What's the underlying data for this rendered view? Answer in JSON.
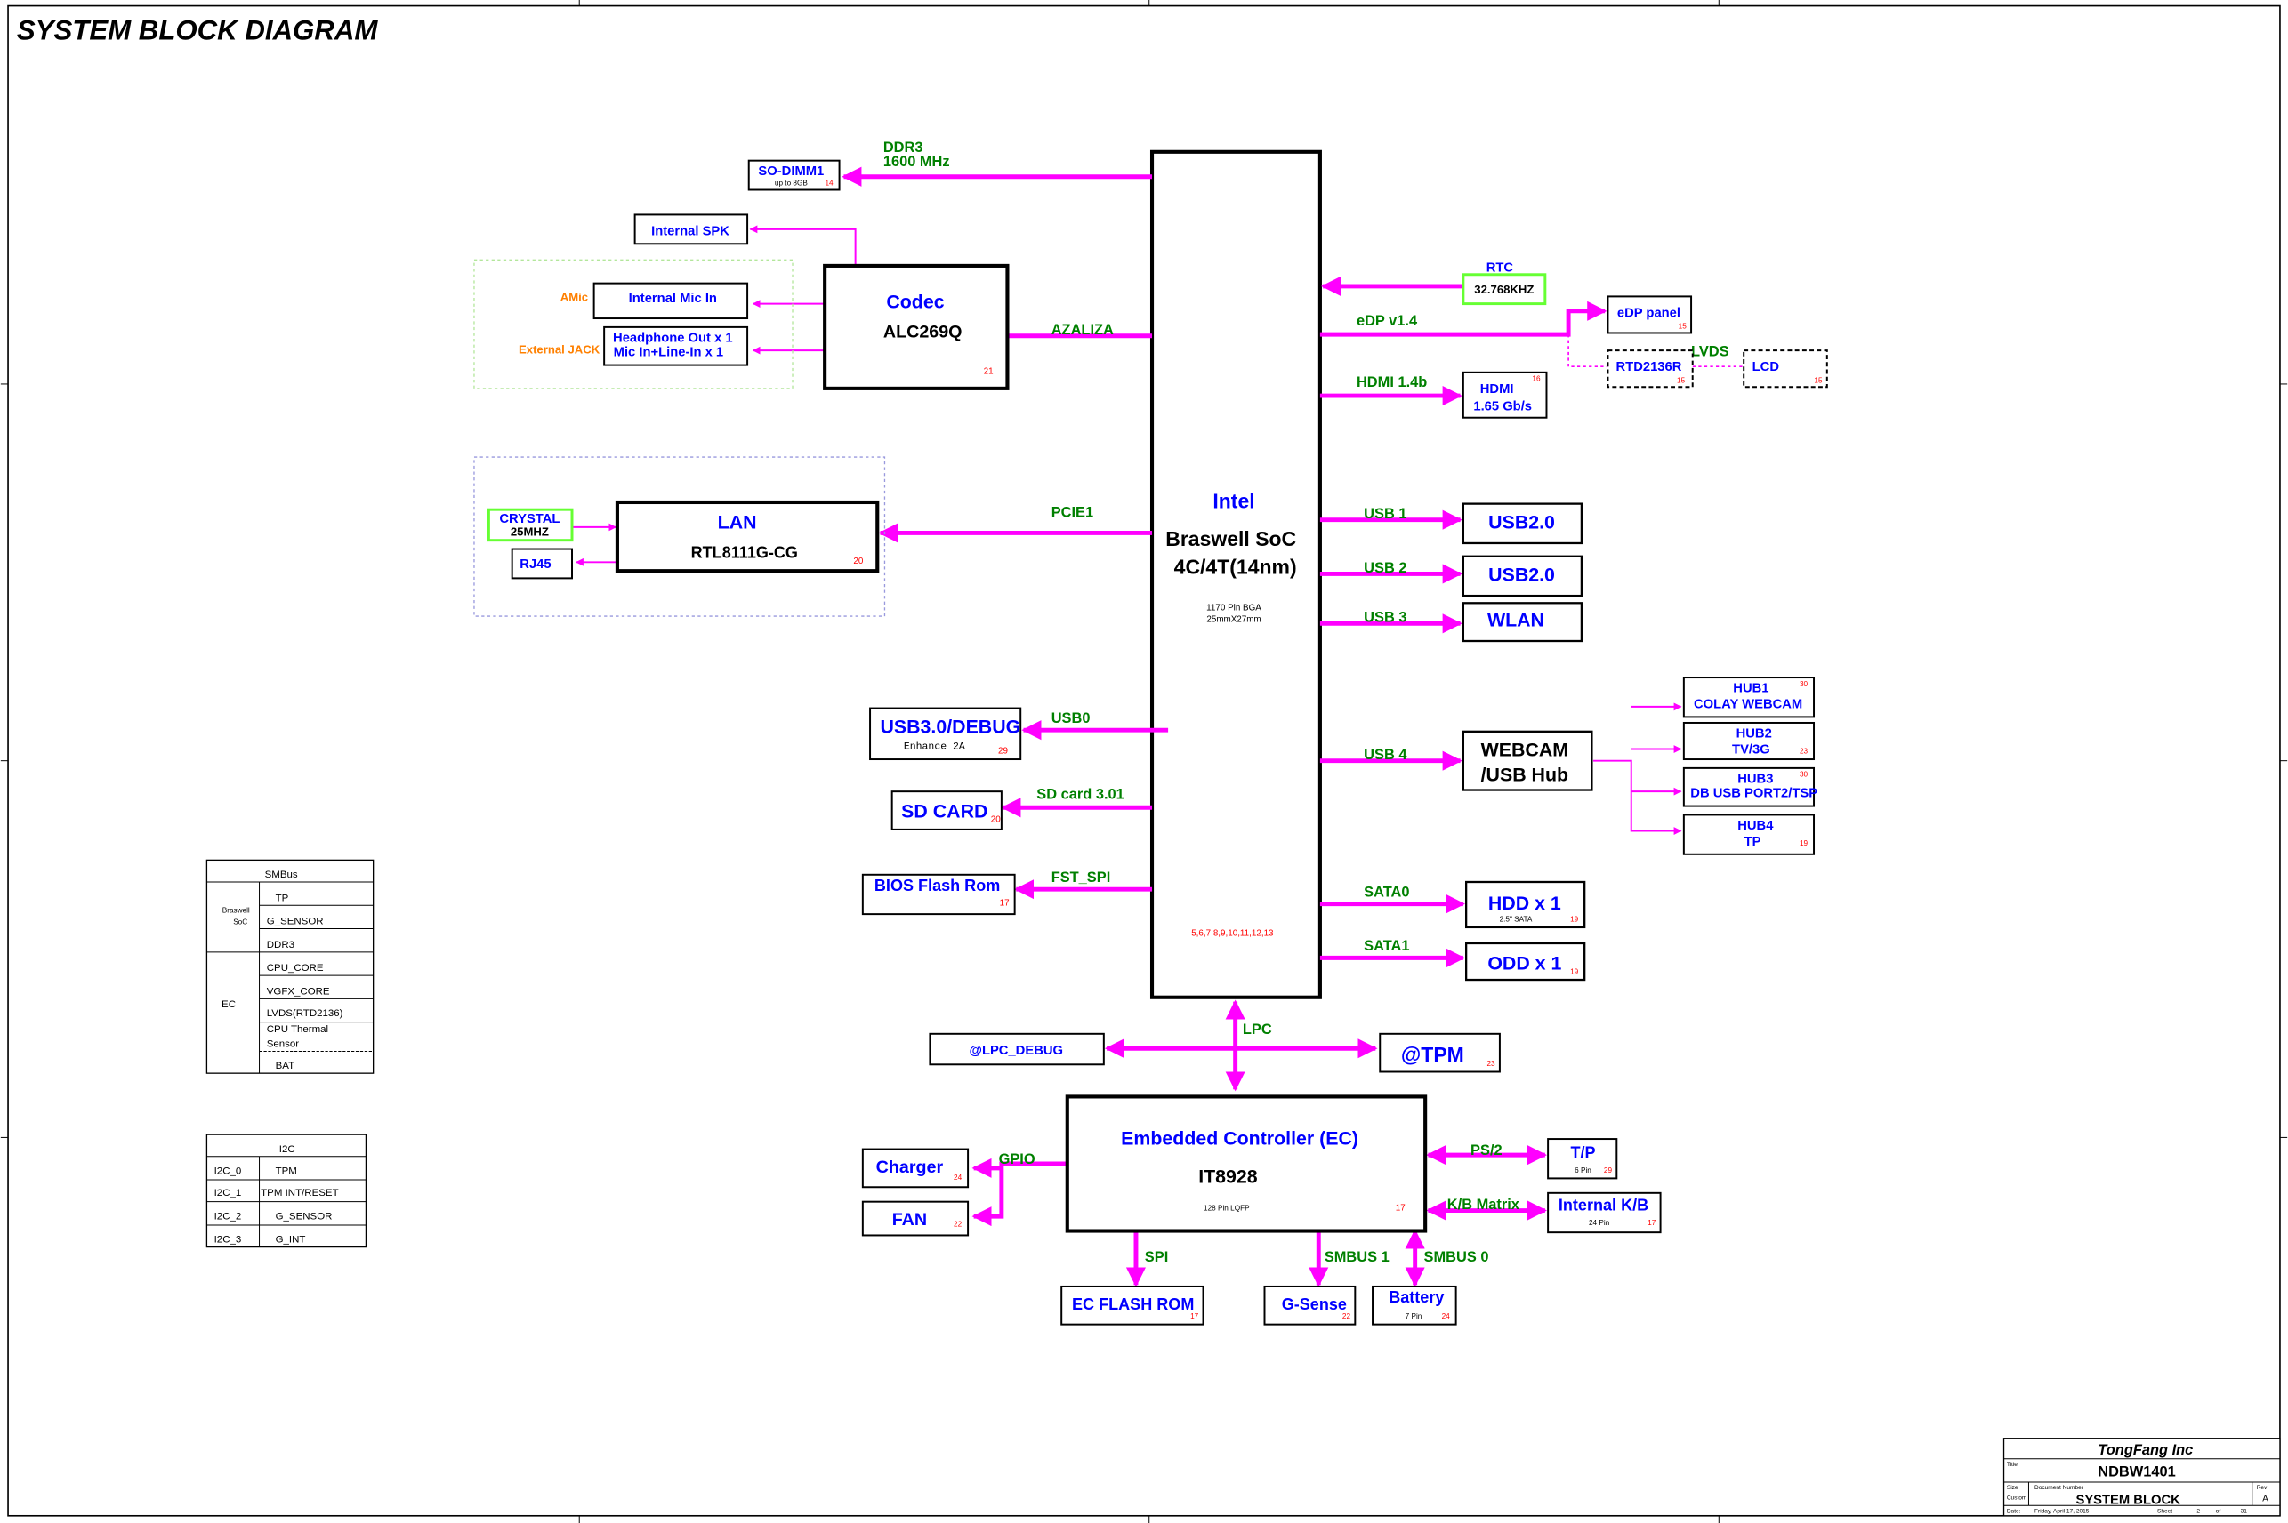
{
  "title": "SYSTEM BLOCK DIAGRAM",
  "colors": {
    "bus": "#ff00ff",
    "blue": "#0000ff",
    "green": "#008000",
    "red": "#ff0000",
    "orange": "#ff8000",
    "lime": "#66ff33",
    "black": "#000000"
  },
  "soc": {
    "vendor": "Intel",
    "name": "Braswell  SoC",
    "cores": "4C/4T(14nm)",
    "pkg1": "1170 Pin BGA",
    "pkg2": "25mmX27mm",
    "pages": "5,6,7,8,9,10,11,12,13"
  },
  "sodimm": {
    "label": "SO-DIMM1",
    "sub": "up to 8GB",
    "page": "14",
    "bus1": "DDR3",
    "bus2": "1600 MHz"
  },
  "spk": {
    "label": "Internal SPK"
  },
  "codec": {
    "title": "Codec",
    "part": "ALC269Q",
    "page": "21",
    "bus": "AZALIZA"
  },
  "mic": {
    "label": "Internal Mic In",
    "tag": "AMic"
  },
  "jack": {
    "line1": "Headphone Out x 1",
    "line2": "Mic In+Line-In x 1",
    "tag": "External JACK"
  },
  "lan": {
    "title": "LAN",
    "part": "RTL8111G-CG",
    "page": "20",
    "bus": "PCIE1"
  },
  "crystal": {
    "line1": "CRYSTAL",
    "line2": "25MHZ"
  },
  "rj45": {
    "label": "RJ45"
  },
  "usb30": {
    "label": "USB3.0/DEBUG",
    "sub": "Enhance 2A",
    "page": "29",
    "bus": "USB0"
  },
  "sdcard": {
    "label": "SD CARD",
    "page": "20",
    "bus": "SD card 3.01"
  },
  "bios": {
    "label": "BIOS Flash Rom",
    "page": "17",
    "bus": "FST_SPI"
  },
  "rtc": {
    "label": "RTC",
    "freq": "32.768KHZ"
  },
  "edp": {
    "label": "eDP panel",
    "page": "15",
    "bus": "eDP v1.4"
  },
  "rtd": {
    "label": "RTD2136R",
    "page": "15",
    "bus": "LVDS"
  },
  "lcd": {
    "label": "LCD",
    "page": "15"
  },
  "hdmi": {
    "label": "HDMI",
    "rate": "1.65 Gb/s",
    "page": "16",
    "bus": "HDMI 1.4b"
  },
  "usb1": {
    "label": "USB2.0",
    "bus": "USB 1"
  },
  "usb2": {
    "label": "USB2.0",
    "bus": "USB 2"
  },
  "wlan": {
    "label": "WLAN",
    "bus": "USB 3"
  },
  "webcam": {
    "line1": "WEBCAM",
    "line2": "/USB Hub",
    "bus": "USB 4"
  },
  "hubs": [
    {
      "t": "HUB1",
      "s": "COLAY WEBCAM",
      "p": "30"
    },
    {
      "t": "HUB2",
      "s": "TV/3G",
      "p": "23"
    },
    {
      "t": "HUB3",
      "s": "DB USB PORT2/TSP",
      "p": "30"
    },
    {
      "t": "HUB4",
      "s": "TP",
      "p": "19"
    }
  ],
  "hdd": {
    "label": "HDD x 1",
    "sub": "2.5\" SATA",
    "page": "19",
    "bus": "SATA0"
  },
  "odd": {
    "label": "ODD x 1",
    "page": "19",
    "bus": "SATA1"
  },
  "lpc": {
    "bus": "LPC",
    "debug": "@LPC_DEBUG",
    "tpm": "@TPM",
    "tpm_page": "23"
  },
  "ec": {
    "title": "Embedded Controller (EC)",
    "part": "IT8928",
    "pkg": "128 Pin LQFP",
    "page": "17"
  },
  "charger": {
    "label": "Charger",
    "page": "24"
  },
  "fan": {
    "label": "FAN",
    "page": "22",
    "bus": "GPIO"
  },
  "tp": {
    "label": "T/P",
    "sub": "6 Pin",
    "page": "29",
    "bus": "PS/2"
  },
  "kb": {
    "label": "Internal K/B",
    "sub": "24 Pin",
    "page": "17",
    "bus": "K/B Matrix"
  },
  "ecflash": {
    "label": "EC FLASH ROM",
    "page": "17",
    "bus": "SPI"
  },
  "gsense": {
    "label": "G-Sense",
    "page": "22",
    "bus": "SMBUS 1"
  },
  "battery": {
    "label": "Battery",
    "sub": "7 Pin",
    "page": "24",
    "bus": "SMBUS 0"
  },
  "smbus_table": {
    "header": "SMBus",
    "soc_label_1": "Braswell",
    "soc_label_2": "SoC",
    "soc_rows": [
      "TP",
      "G_SENSOR",
      "DDR3"
    ],
    "ec_label": "EC",
    "ec_rows": [
      "CPU_CORE",
      "VGFX_CORE",
      "LVDS(RTD2136)",
      "CPU Thermal",
      "Sensor",
      "BAT"
    ]
  },
  "i2c_table": {
    "header": "I2C",
    "rows": [
      {
        "bus": "I2C_0",
        "dev": "TPM"
      },
      {
        "bus": "I2C_1",
        "dev": "TPM INT/RESET"
      },
      {
        "bus": "I2C_2",
        "dev": "G_SENSOR"
      },
      {
        "bus": "I2C_3",
        "dev": "G_INT"
      }
    ]
  },
  "titleblock": {
    "company": "TongFang Inc",
    "title_lbl": "Title",
    "title": "NDBW1401",
    "size_lbl": "Size",
    "size": "Custom",
    "doc_lbl": "Document Number",
    "doc": "SYSTEM BLOCK",
    "rev_lbl": "Rev",
    "rev": "A",
    "date_lbl": "Date:",
    "date": "Friday, April 17, 2015",
    "sheet_lbl": "Sheet",
    "sheet": "2",
    "of_lbl": "of",
    "total": "31"
  }
}
